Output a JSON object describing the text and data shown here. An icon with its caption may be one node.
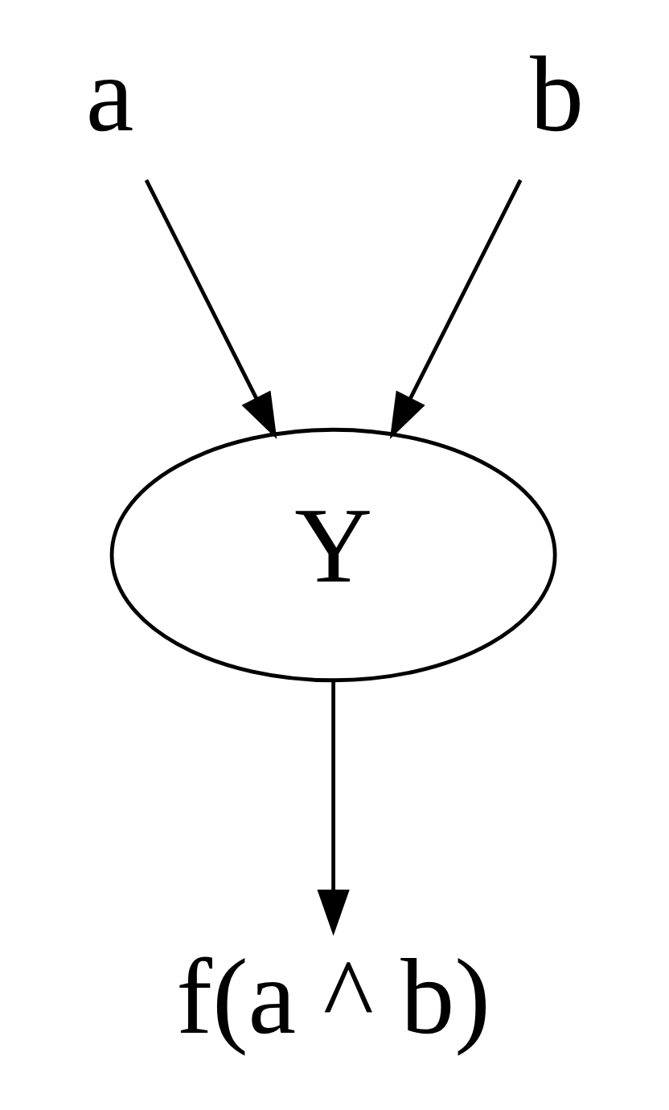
{
  "diagram": {
    "nodes": [
      {
        "text": [
          "a"
        ]
      },
      {
        "text": [
          "b"
        ]
      },
      {
        "text": [
          "Y"
        ]
      },
      {
        "text": [
          "f(a ^ b)"
        ]
      }
    ],
    "edges": [
      {
        "from": 0,
        "to": 2,
        "arrow": "to"
      },
      {
        "from": 1,
        "to": 2,
        "arrow": "to"
      },
      {
        "from": 2,
        "to": 3,
        "arrow": "to"
      }
    ]
  }
}
